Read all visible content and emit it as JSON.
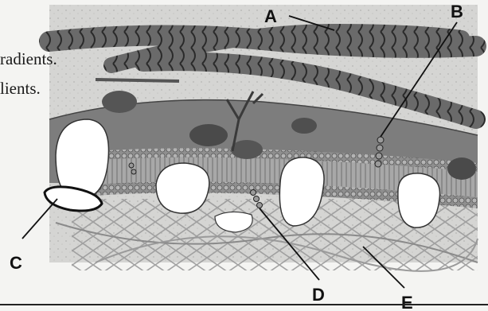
{
  "partial_text": {
    "line_1": "radients.",
    "line_2": "lients."
  },
  "labels": {
    "a": "A",
    "b": "B",
    "c": "C",
    "d": "D",
    "e": "E"
  },
  "colors": {
    "background": "#f4f4f2",
    "matrix_fill": "#7d7d7d",
    "filament": "#5a5a5a",
    "lipid_head": "#9a9a9a",
    "protein": "#ffffff",
    "leader_line": "#111111"
  }
}
